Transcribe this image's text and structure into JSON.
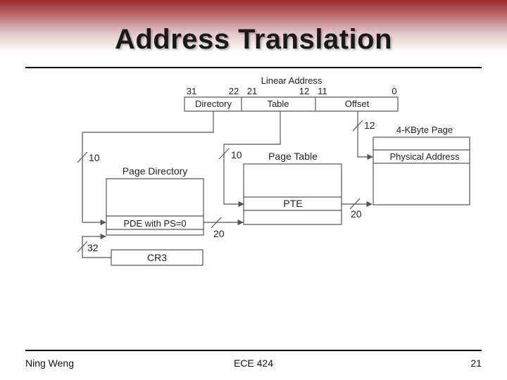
{
  "slide": {
    "title": "Address Translation",
    "footer_left": "Ning Weng",
    "footer_center": "ECE 424",
    "footer_right": "21"
  },
  "diagram": {
    "linear_address_label": "Linear Address",
    "bits": {
      "b31": "31",
      "b22": "22",
      "b21": "21",
      "b12": "12",
      "b11": "11",
      "b0": "0"
    },
    "fields": {
      "directory": "Directory",
      "table": "Table",
      "offset": "Offset"
    },
    "page_directory_label": "Page Directory",
    "pde_label": "PDE with PS=0",
    "page_table_label": "Page Table",
    "pte_label": "PTE",
    "page_label": "4-KByte Page",
    "physical_address_label": "Physical Address",
    "cr3_label": "CR3",
    "widths": {
      "w10_dir": "10",
      "w10_table": "10",
      "w12": "12",
      "w32": "32",
      "w20_pde": "20",
      "w20_pte": "20"
    },
    "colors": {
      "line": "#555555",
      "text": "#222222"
    }
  }
}
